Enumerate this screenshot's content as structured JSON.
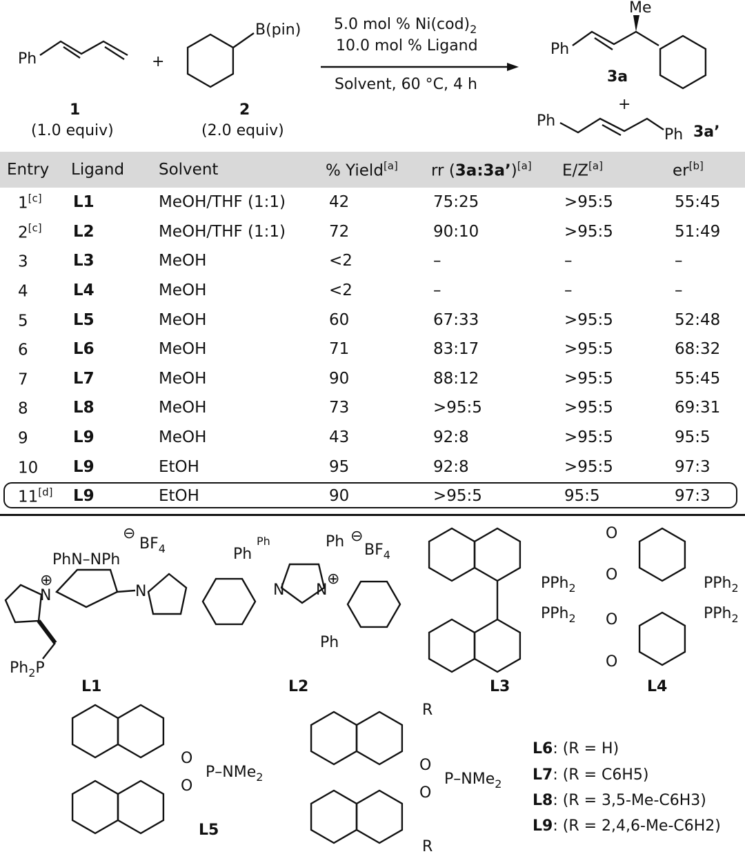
{
  "scheme": {
    "reactant1": {
      "group": "Ph",
      "number": "1",
      "equiv": "(1.0 equiv)"
    },
    "plus": "+",
    "reactant2": {
      "group": "B(pin)",
      "number": "2",
      "equiv": "(2.0 equiv)"
    },
    "conditions": {
      "line1": "5.0 mol % Ni(cod)",
      "line1_sub": "2",
      "line2": "10.0 mol % Ligand",
      "line3": "Solvent, 60 °C, 4 h"
    },
    "product1": {
      "me": "Me",
      "ph": "Ph",
      "label": "3a"
    },
    "product2": {
      "ph1": "Ph",
      "ph2": "Ph",
      "label": "3a’"
    }
  },
  "table": {
    "headers": {
      "entry": "Entry",
      "ligand": "Ligand",
      "solvent": "Solvent",
      "yield": "% Yield",
      "yield_note": "[a]",
      "rr_pre": "rr (",
      "rr_bold": "3a:3a’",
      "rr_post": ")",
      "rr_note": "[a]",
      "ez": "E/Z",
      "ez_note": "[a]",
      "er": "er",
      "er_note": "[b]"
    },
    "rows": [
      {
        "entry": "1",
        "note": "[c]",
        "ligand": "L1",
        "solvent": "MeOH/THF (1:1)",
        "yield": "42",
        "rr": "75:25",
        "ez": ">95:5",
        "er": "55:45"
      },
      {
        "entry": "2",
        "note": "[c]",
        "ligand": "L2",
        "solvent": "MeOH/THF (1:1)",
        "yield": "72",
        "rr": "90:10",
        "ez": ">95:5",
        "er": "51:49"
      },
      {
        "entry": "3",
        "note": "",
        "ligand": "L3",
        "solvent": "MeOH",
        "yield": "<2",
        "rr": "–",
        "ez": "–",
        "er": "–"
      },
      {
        "entry": "4",
        "note": "",
        "ligand": "L4",
        "solvent": "MeOH",
        "yield": "<2",
        "rr": "–",
        "ez": "–",
        "er": "–"
      },
      {
        "entry": "5",
        "note": "",
        "ligand": "L5",
        "solvent": "MeOH",
        "yield": "60",
        "rr": "67:33",
        "ez": ">95:5",
        "er": "52:48"
      },
      {
        "entry": "6",
        "note": "",
        "ligand": "L6",
        "solvent": "MeOH",
        "yield": "71",
        "rr": "83:17",
        "ez": ">95:5",
        "er": "68:32"
      },
      {
        "entry": "7",
        "note": "",
        "ligand": "L7",
        "solvent": "MeOH",
        "yield": "90",
        "rr": "88:12",
        "ez": ">95:5",
        "er": "55:45"
      },
      {
        "entry": "8",
        "note": "",
        "ligand": "L8",
        "solvent": "MeOH",
        "yield": "73",
        "rr": ">95:5",
        "ez": ">95:5",
        "er": "69:31"
      },
      {
        "entry": "9",
        "note": "",
        "ligand": "L9",
        "solvent": "MeOH",
        "yield": "43",
        "rr": "92:8",
        "ez": ">95:5",
        "er": "95:5"
      },
      {
        "entry": "10",
        "note": "",
        "ligand": "L9",
        "solvent": "EtOH",
        "yield": "95",
        "rr": "92:8",
        "ez": ">95:5",
        "er": "97:3"
      },
      {
        "entry": "11",
        "note": "[d]",
        "ligand": "L9",
        "solvent": "EtOH",
        "yield": "90",
        "rr": ">95:5",
        "ez": "95:5",
        "er": "97:3"
      }
    ]
  },
  "ligands": {
    "L1": {
      "label": "L1",
      "bf4": "BF",
      "bf4_sub": "4",
      "hydrazine": "PhN–NPh",
      "n1": "N",
      "n2": "N",
      "pph": "Ph",
      "pph_sub": "2",
      "pph_p": "P",
      "charge": "⊕",
      "anion": "⊖"
    },
    "L2": {
      "label": "L2",
      "ph1": "Ph",
      "ph2": "Ph",
      "ph3": "Ph",
      "ph4": "Ph",
      "bf4": "BF",
      "bf4_sub": "4",
      "n1": "N",
      "n2": "N",
      "charge": "⊕",
      "anion": "⊖"
    },
    "L3": {
      "label": "L3",
      "p1": "PPh",
      "p1_sub": "2",
      "p2": "PPh",
      "p2_sub": "2"
    },
    "L4": {
      "label": "L4",
      "p1": "PPh",
      "p1_sub": "2",
      "p2": "PPh",
      "p2_sub": "2",
      "o": "O"
    },
    "L5": {
      "label": "L5",
      "o": "O",
      "p": "P",
      "nme2": "–NMe",
      "nme2_sub": "2"
    },
    "L69": {
      "r": "R",
      "o": "O",
      "p": "P",
      "nme2": "–NMe",
      "nme2_sub": "2",
      "defs": [
        {
          "label": "L6",
          "text": ": (R = H)"
        },
        {
          "label": "L7",
          "text": ": (R = C6H5)"
        },
        {
          "label": "L8",
          "text": ": (R = 3,5-Me-C6H3)"
        },
        {
          "label": "L9",
          "text": ": (R = 2,4,6-Me-C6H2)"
        }
      ]
    }
  }
}
